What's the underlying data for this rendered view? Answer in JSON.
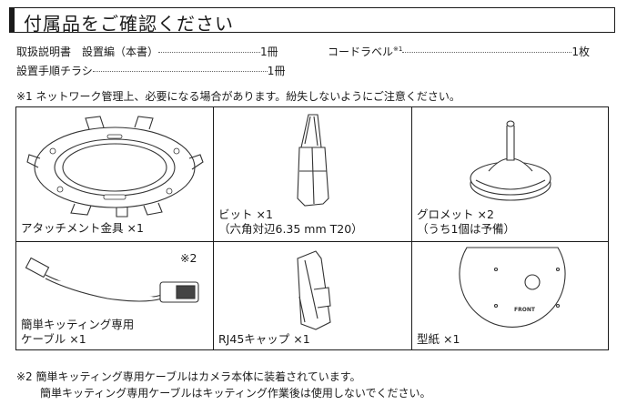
{
  "heading": "付属品をご確認ください",
  "items_list": [
    {
      "name": "取扱説明書　設置編（本書）",
      "qty": "1冊"
    },
    {
      "name": "コードラベル",
      "note_ref": "※1",
      "qty": "1枚"
    },
    {
      "name": "設置手順チラシ",
      "qty": "1冊"
    }
  ],
  "note1": "※1 ネットワーク管理上、必要になる場合があります。紛失しないようにご注意ください。",
  "cells": [
    {
      "icon": "mount-bracket-icon",
      "label": [
        "アタッチメント金具 ×1"
      ]
    },
    {
      "icon": "torx-bit-icon",
      "label": [
        "ビット ×1",
        "（六角対辺6.35 mm T20）"
      ]
    },
    {
      "icon": "grommet-icon",
      "label": [
        "グロメット ×2",
        "（うち1個は予備）"
      ]
    },
    {
      "icon": "cable-icon",
      "label": [
        "簡単キッティング専用",
        "ケーブル ×1"
      ],
      "note_ref": "※2"
    },
    {
      "icon": "rj45-cap-icon",
      "label": [
        "RJ45キャップ ×1"
      ]
    },
    {
      "icon": "template-icon",
      "label": [
        "型紙 ×1"
      ],
      "template_text": "FRONT"
    }
  ],
  "note2": {
    "ref": "※2",
    "lines": [
      "簡単キッティング専用ケーブルはカメラ本体に装着されています。",
      "簡単キッティング専用ケーブルはキッティング作業後は使用しないでください。"
    ]
  }
}
